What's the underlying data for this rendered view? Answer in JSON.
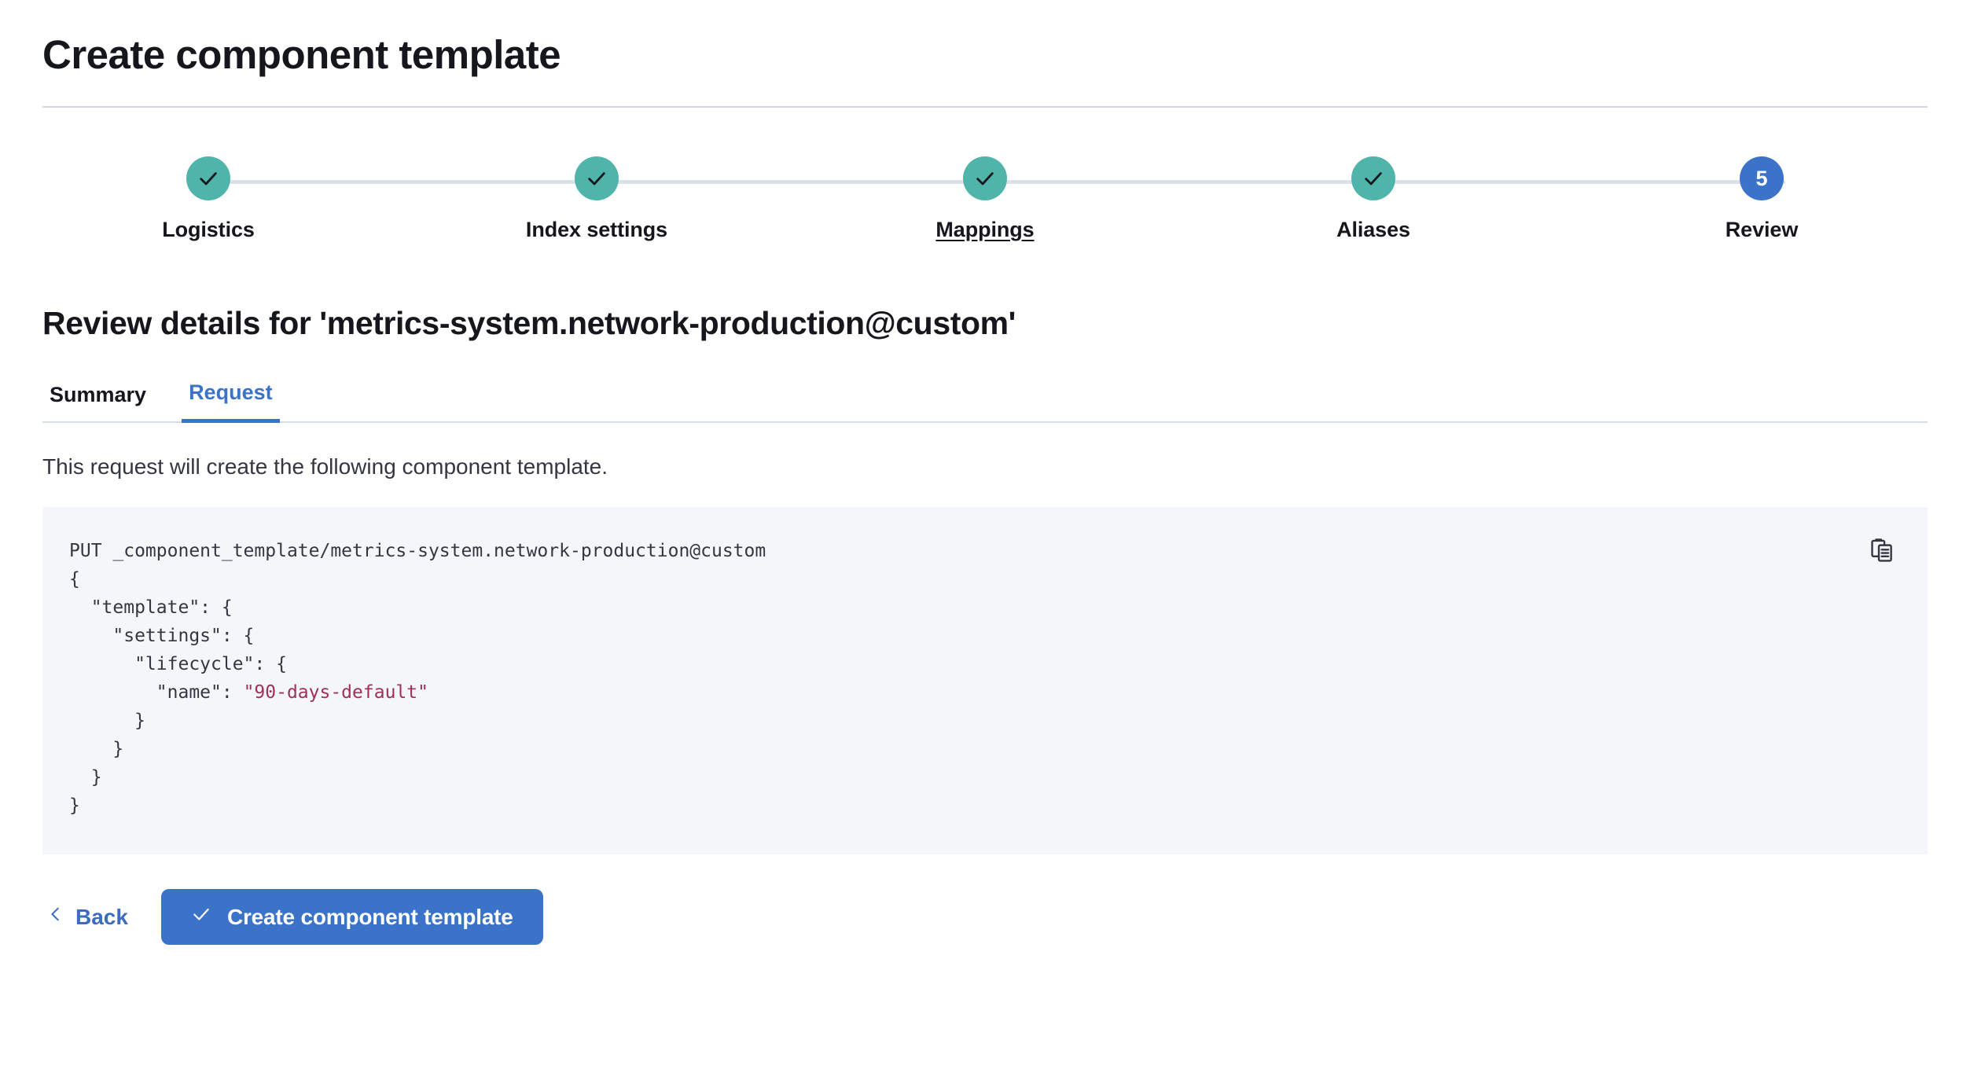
{
  "header": {
    "title": "Create component template"
  },
  "stepper": {
    "steps": [
      {
        "label": "Logistics",
        "state": "complete",
        "icon": "check-icon",
        "number": "1"
      },
      {
        "label": "Index settings",
        "state": "complete",
        "icon": "check-icon",
        "number": "2"
      },
      {
        "label": "Mappings",
        "state": "complete",
        "icon": "check-icon",
        "number": "3",
        "hovered": true
      },
      {
        "label": "Aliases",
        "state": "complete",
        "icon": "check-icon",
        "number": "4"
      },
      {
        "label": "Review",
        "state": "current",
        "icon": "number",
        "number": "5"
      }
    ],
    "complete_color": "#4fb5aa",
    "current_color": "#3b73c8"
  },
  "review": {
    "heading": "Review details for 'metrics-system.network-production@custom'",
    "tabs": [
      {
        "label": "Summary",
        "active": false
      },
      {
        "label": "Request",
        "active": true
      }
    ],
    "description": "This request will create the following component template.",
    "code": {
      "request_line": "PUT _component_template/metrics-system.network-production@custom",
      "body_lines": [
        "{",
        "  \"template\": {",
        "    \"settings\": {",
        "      \"lifecycle\": {",
        "        \"name\": ",
        "      }",
        "    }",
        "  }",
        "}"
      ],
      "string_value": "\"90-days-default\"",
      "copy_icon": "clipboard-copy-icon",
      "background": "#f4f6fa",
      "string_color": "#a03055"
    }
  },
  "actions": {
    "back_label": "Back",
    "back_icon": "chevron-left-icon",
    "submit_label": "Create component template",
    "submit_icon": "check-icon",
    "submit_color": "#3b73c8"
  }
}
